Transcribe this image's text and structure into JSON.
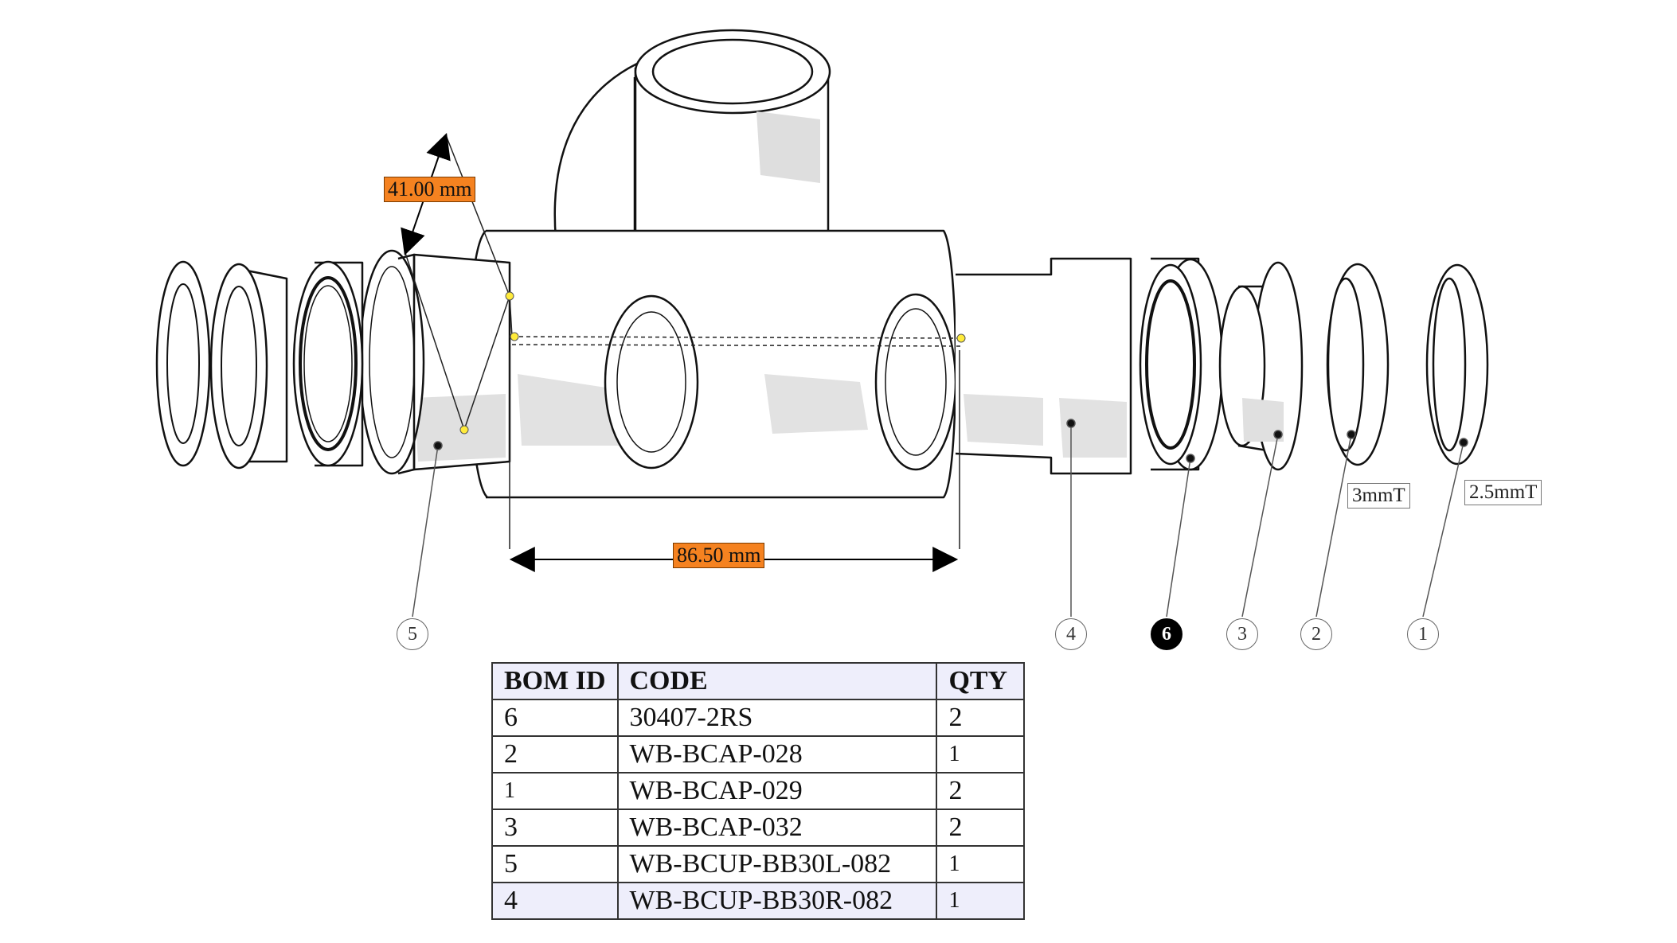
{
  "dimensions": {
    "diameter": "41.00 mm",
    "length": "86.50 mm"
  },
  "thickness_labels": {
    "part2": "3mmT",
    "part1": "2.5mmT"
  },
  "balloons": [
    {
      "id": "5",
      "active": false
    },
    {
      "id": "4",
      "active": false
    },
    {
      "id": "6",
      "active": true
    },
    {
      "id": "3",
      "active": false
    },
    {
      "id": "2",
      "active": false
    },
    {
      "id": "1",
      "active": false
    }
  ],
  "bom": {
    "headers": [
      "BOM ID",
      "CODE",
      "QTY"
    ],
    "rows": [
      {
        "id": "6",
        "code": "30407-2RS",
        "qty": "2"
      },
      {
        "id": "2",
        "code": "WB-BCAP-028",
        "qty": "1"
      },
      {
        "id": "1",
        "code": "WB-BCAP-029",
        "qty": "2"
      },
      {
        "id": "3",
        "code": "WB-BCAP-032",
        "qty": "2"
      },
      {
        "id": "5",
        "code": "WB-BCUP-BB30L-082",
        "qty": "1"
      },
      {
        "id": "4",
        "code": "WB-BCUP-BB30R-082",
        "qty": "1"
      }
    ]
  },
  "colors": {
    "dimension_fill": "#f58220",
    "table_header_fill": "#eeeefb",
    "active_balloon": "#000000"
  }
}
